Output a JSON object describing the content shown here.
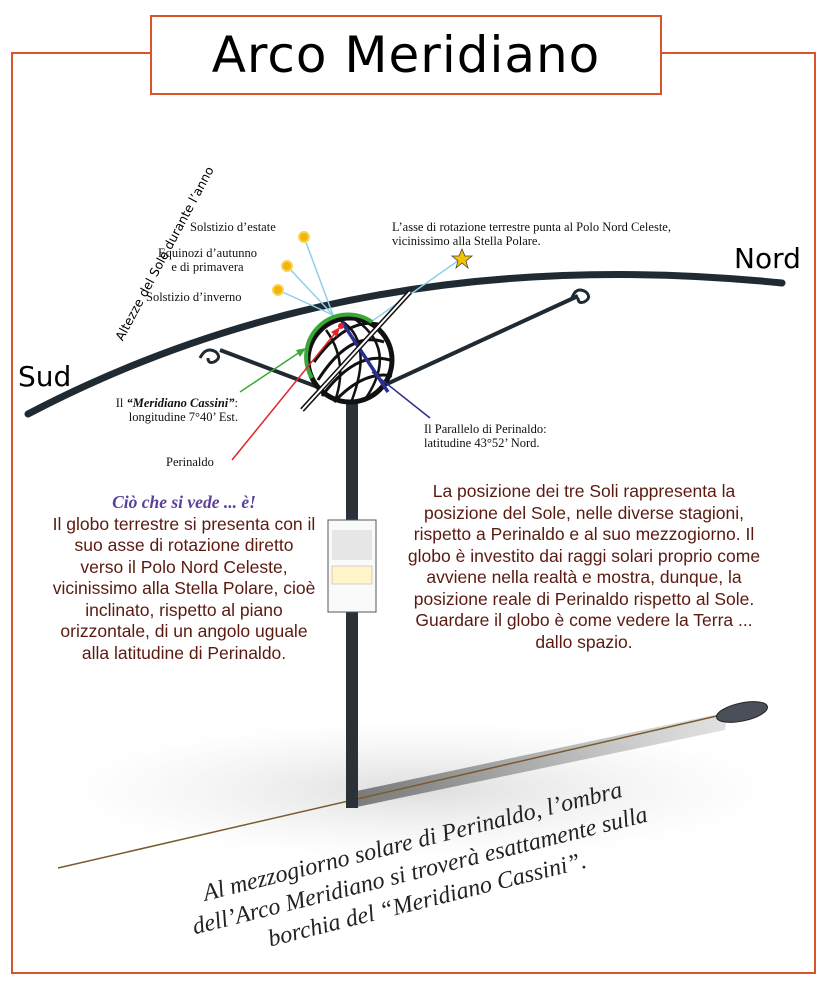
{
  "title": "Arco Meridiano",
  "directions": {
    "south": "Sud",
    "north": "Nord"
  },
  "sun_heights_label": "Altezze del Sole durante l’anno",
  "sun_labels": {
    "summer": "Solstizio d’estate",
    "equinox": "Equinozi d’autunno\ne di primavera",
    "winter": "Solstizio d’inverno"
  },
  "axis_note": "L’asse di rotazione terrestre punta al Polo Nord Celeste,\nvicinissimo alla Stella Polare.",
  "meridian_label": {
    "prefix": "Il ",
    "name": "“Meridiano Cassini”",
    "suffix": ":\nlongitudine 7°40’ Est."
  },
  "perinaldo_label": "Perinaldo",
  "parallel_label": "Il Parallelo di Perinaldo:\nlatitudine 43°52’ Nord.",
  "left_paragraph": {
    "lead": "Ciò che si vede ...  è!",
    "body": "Il globo terrestre si presenta con il suo asse di rotazione diretto verso il Polo Nord Celeste, vicinissimo alla Stella Polare, cioè inclinato, rispetto al piano orizzontale, di un angolo uguale alla latitudine di Perinaldo."
  },
  "right_paragraph": "La posizione dei tre Soli rappresenta la posizione del Sole, nelle diverse stagioni, rispetto a Perinaldo e al suo mezzogiorno. Il globo è investito dai raggi solari proprio come avviene nella realtà e mostra, dunque, la posizione reale di Perinaldo rispetto al Sole. Guardare il globo è come vedere la Terra ... dallo spazio.",
  "bottom_note": "Al mezzogiorno solare di Perinaldo, l’ombra dell’Arco Meridiano si troverà esattamente sulla borchia del “Meridiano Cassini”.",
  "colors": {
    "frame": "#d9532b",
    "arc": "#1f2a33",
    "sun": "#f2b400",
    "ray": "#8fd0e8",
    "green_arrow": "#3aa835",
    "red_arrow": "#e0242a",
    "blue_line": "#2a2f8f",
    "paragraph": "#5a1a10",
    "lead": "#5b3f9a"
  }
}
